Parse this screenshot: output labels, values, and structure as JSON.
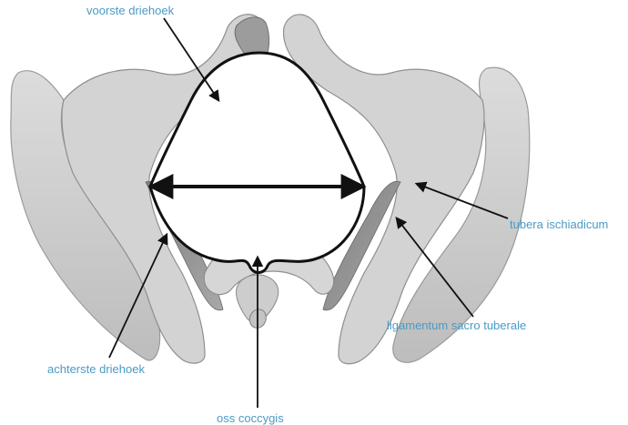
{
  "labels": {
    "voorste_driehoek": "voorste driehoek",
    "tubera_ischiadicum": "tubera ischiadicum",
    "ligamentum_sacro_tuberale": "ligamentum sacro tuberale",
    "achterste_driehoek": "achterste driehoek",
    "oss_coccygis": "oss coccygis"
  },
  "colors": {
    "label_text": "#4a9bc4",
    "bone_fill": "#cfcfcf",
    "bone_shadow": "#9e9e9e",
    "outline": "#111111",
    "arrow": "#111111"
  }
}
